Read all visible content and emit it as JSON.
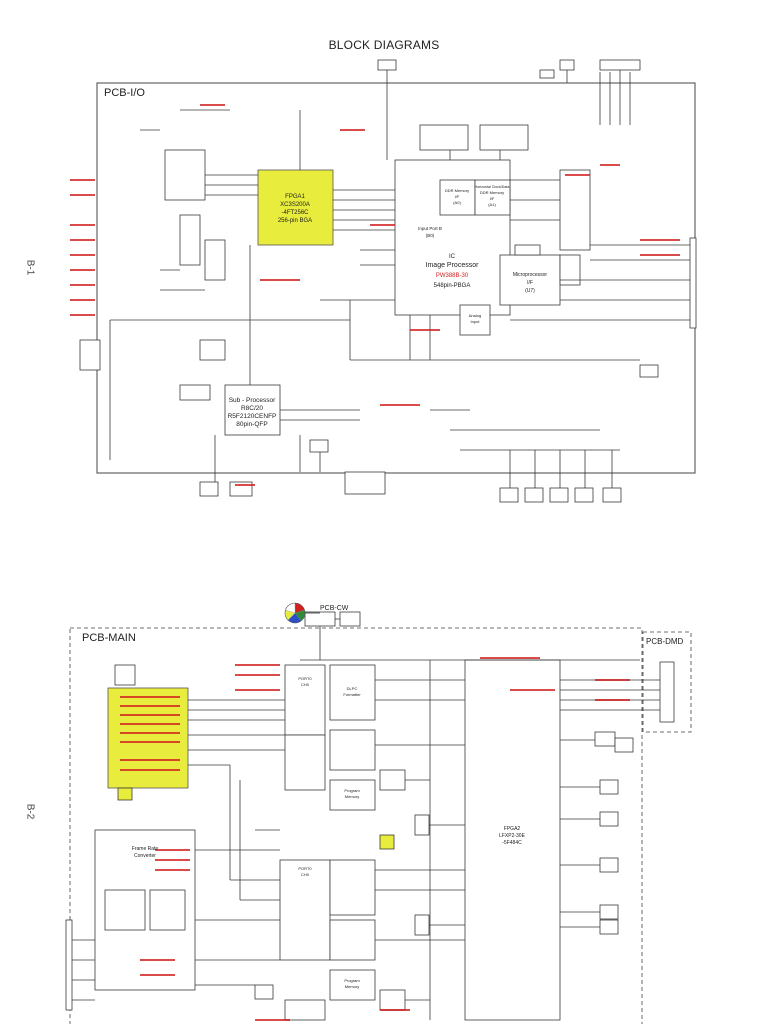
{
  "page": {
    "title": "BLOCK DIAGRAMS",
    "side_labels": [
      "B-1",
      "B-2"
    ]
  },
  "diagram1": {
    "board_label": "PCB-I/O",
    "blocks": [
      {
        "id": "fpga1",
        "lines": [
          "FPGA1",
          "XC3S200A",
          "-4FT256C",
          "256-pin BGA"
        ]
      },
      {
        "id": "image-processor",
        "lines": [
          "IC",
          "Image Processor",
          "PW388B-30",
          "548pin-PBGA"
        ]
      },
      {
        "id": "sub-processor",
        "lines": [
          "Sub - Processor",
          "R8C/20",
          "R5F2120CENFP",
          "80pin-QFP"
        ]
      },
      {
        "id": "memory-a",
        "lines": [
          "DDR Memory",
          "I/F",
          "(A0)"
        ]
      },
      {
        "id": "memory-b",
        "lines": [
          "Horizontal Clock/Data",
          "DDR Memory",
          "I/F",
          "(A1)"
        ]
      },
      {
        "id": "input-port",
        "lines": [
          "Input Port B",
          "(B0)"
        ]
      },
      {
        "id": "microprocessor",
        "lines": [
          "Microprocessor",
          "I/F",
          "(U7)"
        ]
      },
      {
        "id": "analog",
        "lines": [
          "Analog",
          "Input"
        ]
      }
    ]
  },
  "diagram2": {
    "board_label": "PCB-MAIN",
    "sub_boards": [
      "PCB-CW",
      "PCB-DMD"
    ],
    "blocks": [
      {
        "id": "fpga2",
        "lines": [
          "FPGA2",
          "LFXP2-30E",
          "-5F484C"
        ]
      },
      {
        "id": "frame-rate",
        "lines": [
          "Frame Rate",
          "Converter"
        ]
      },
      {
        "id": "port-a",
        "lines": [
          "PORT0",
          "CH0"
        ]
      },
      {
        "id": "port-b",
        "lines": [
          "PORT0",
          "CH0"
        ]
      },
      {
        "id": "formatter",
        "lines": [
          "DLPC",
          "Formatter"
        ]
      },
      {
        "id": "mem-c",
        "lines": [
          "Program",
          "Memory"
        ]
      },
      {
        "id": "mem-d",
        "lines": [
          "Program",
          "Memory"
        ]
      }
    ]
  },
  "colors": {
    "line": "#3a3a3a",
    "highlight": "#e8ec3c",
    "annotation": "#d22020",
    "frame": "#444444"
  }
}
